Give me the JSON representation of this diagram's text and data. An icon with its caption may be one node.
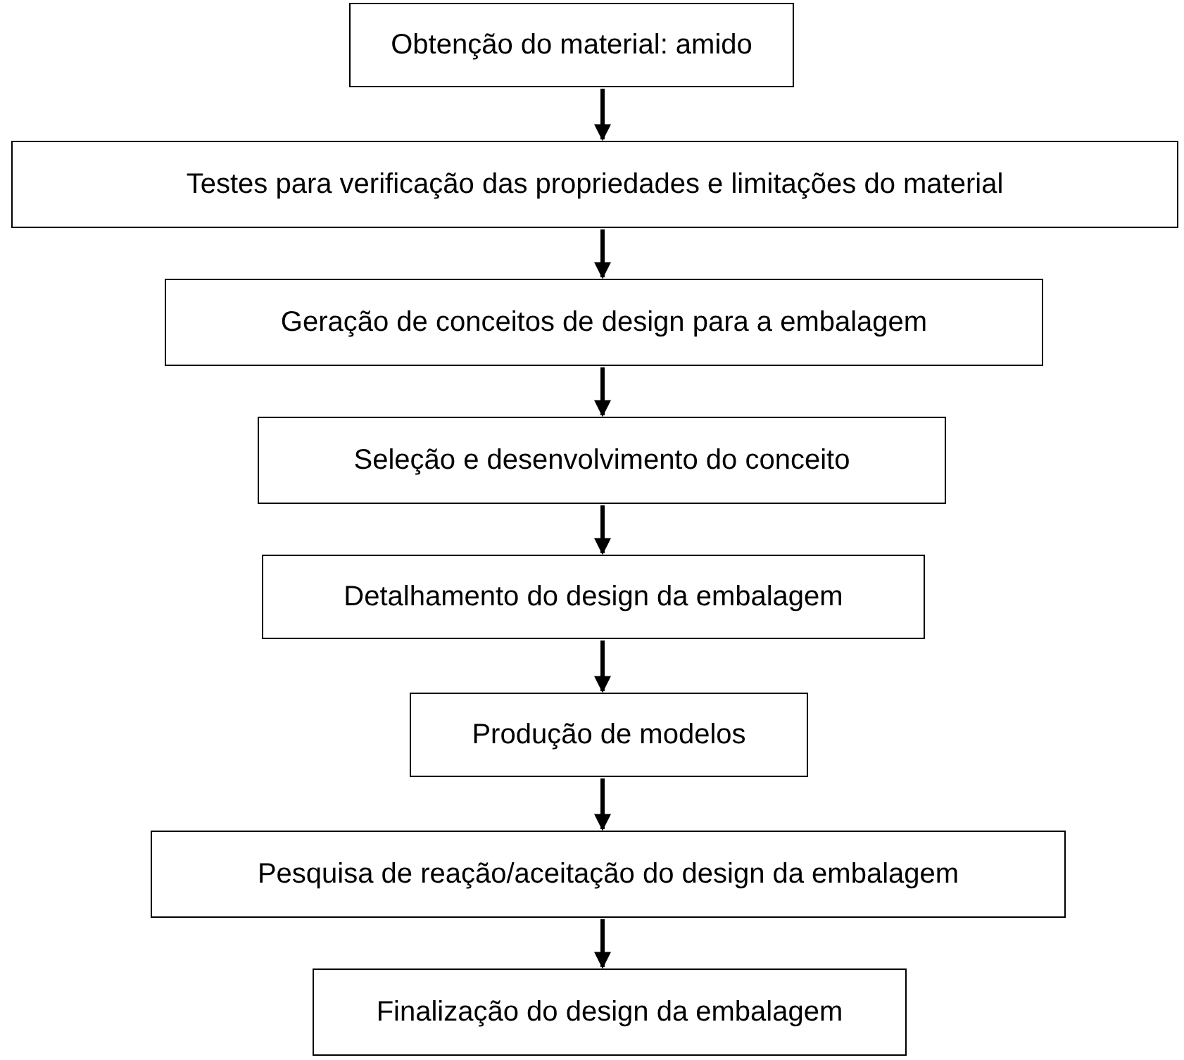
{
  "diagram": {
    "nodes": [
      {
        "text": [
          "Obtenção do material: amido"
        ]
      },
      {
        "text": [
          "Testes para verificação das propriedades e limitações do material"
        ]
      },
      {
        "text": [
          "Geração de conceitos de design para a embalagem"
        ]
      },
      {
        "text": [
          "Seleção e desenvolvimento do conceito"
        ]
      },
      {
        "text": [
          "Detalhamento do design da embalagem"
        ]
      },
      {
        "text": [
          "Produção de modelos"
        ]
      },
      {
        "text": [
          "Pesquisa de reação/aceitação do design da embalagem"
        ]
      },
      {
        "text": [
          "Finalização do design da embalagem"
        ]
      }
    ],
    "edges": [
      {
        "from": 0,
        "to": 1,
        "arrow": "to"
      },
      {
        "from": 1,
        "to": 2,
        "arrow": "to"
      },
      {
        "from": 2,
        "to": 3,
        "arrow": "to"
      },
      {
        "from": 3,
        "to": 4,
        "arrow": "to"
      },
      {
        "from": 4,
        "to": 5,
        "arrow": "to"
      },
      {
        "from": 5,
        "to": 6,
        "arrow": "to"
      },
      {
        "from": 6,
        "to": 7,
        "arrow": "to"
      }
    ]
  }
}
